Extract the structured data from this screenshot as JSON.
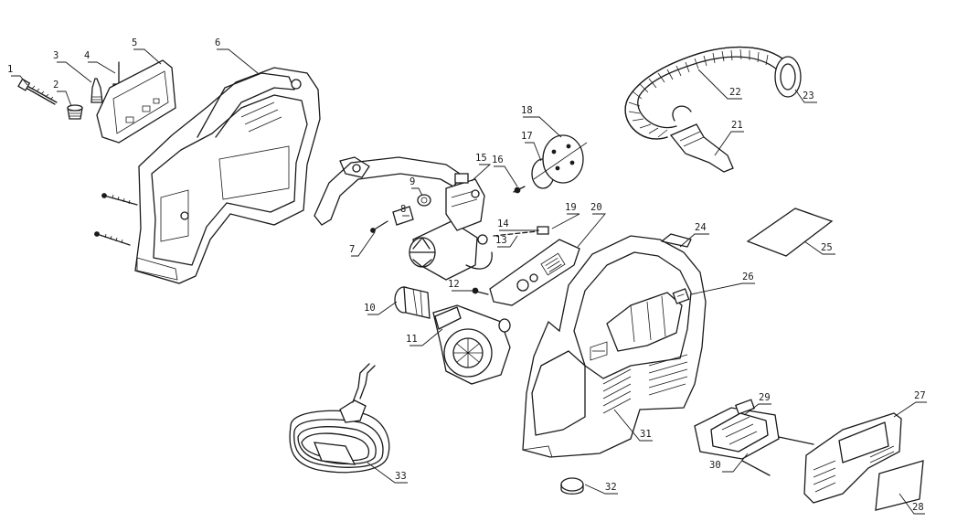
{
  "diagram": {
    "line_color": "#1a1a1a",
    "background": "#ffffff",
    "callouts": [
      "1",
      "2",
      "3",
      "4",
      "5",
      "6",
      "7",
      "8",
      "9",
      "10",
      "11",
      "12",
      "13",
      "14",
      "15",
      "16",
      "17",
      "18",
      "19",
      "20",
      "21",
      "22",
      "23",
      "24",
      "25",
      "26",
      "27",
      "28",
      "29",
      "30",
      "31",
      "32",
      "33"
    ]
  }
}
